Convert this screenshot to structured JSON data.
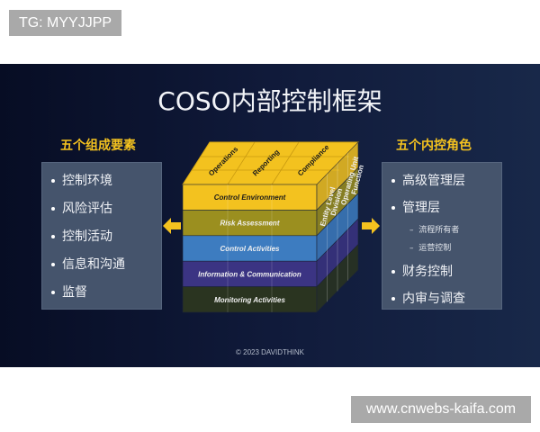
{
  "watermarks": {
    "top_left": "TG: MYYJJPP",
    "bottom_right": "www.cnwebs-kaifa.com"
  },
  "slide": {
    "title": "COSO内部控制框架",
    "left": {
      "heading": "五个组成要素",
      "items": [
        "控制环境",
        "风险评估",
        "控制活动",
        "信息和沟通",
        "监督"
      ]
    },
    "right": {
      "heading": "五个内控角色",
      "items": [
        {
          "label": "高级管理层"
        },
        {
          "label": "管理层",
          "subs": [
            "流程所有者",
            "运营控制"
          ]
        },
        {
          "label": "财务控制"
        },
        {
          "label": "内审与调查"
        }
      ]
    },
    "cube": {
      "top": [
        "Operations",
        "Reporting",
        "Compliance"
      ],
      "front": [
        "Control Environment",
        "Risk Assessment",
        "Control Activities",
        "Information & Communication",
        "Monitoring Activities"
      ],
      "side": [
        "Entity Level",
        "Division",
        "Operating Unit",
        "Function"
      ],
      "colors": [
        "#f3c21f",
        "#9b8f1f",
        "#3d7cc0",
        "#3b3483",
        "#2a3420"
      ]
    },
    "arrow_color": "#f4c21f",
    "copyright": "© 2023 DAVIDTHINK"
  }
}
